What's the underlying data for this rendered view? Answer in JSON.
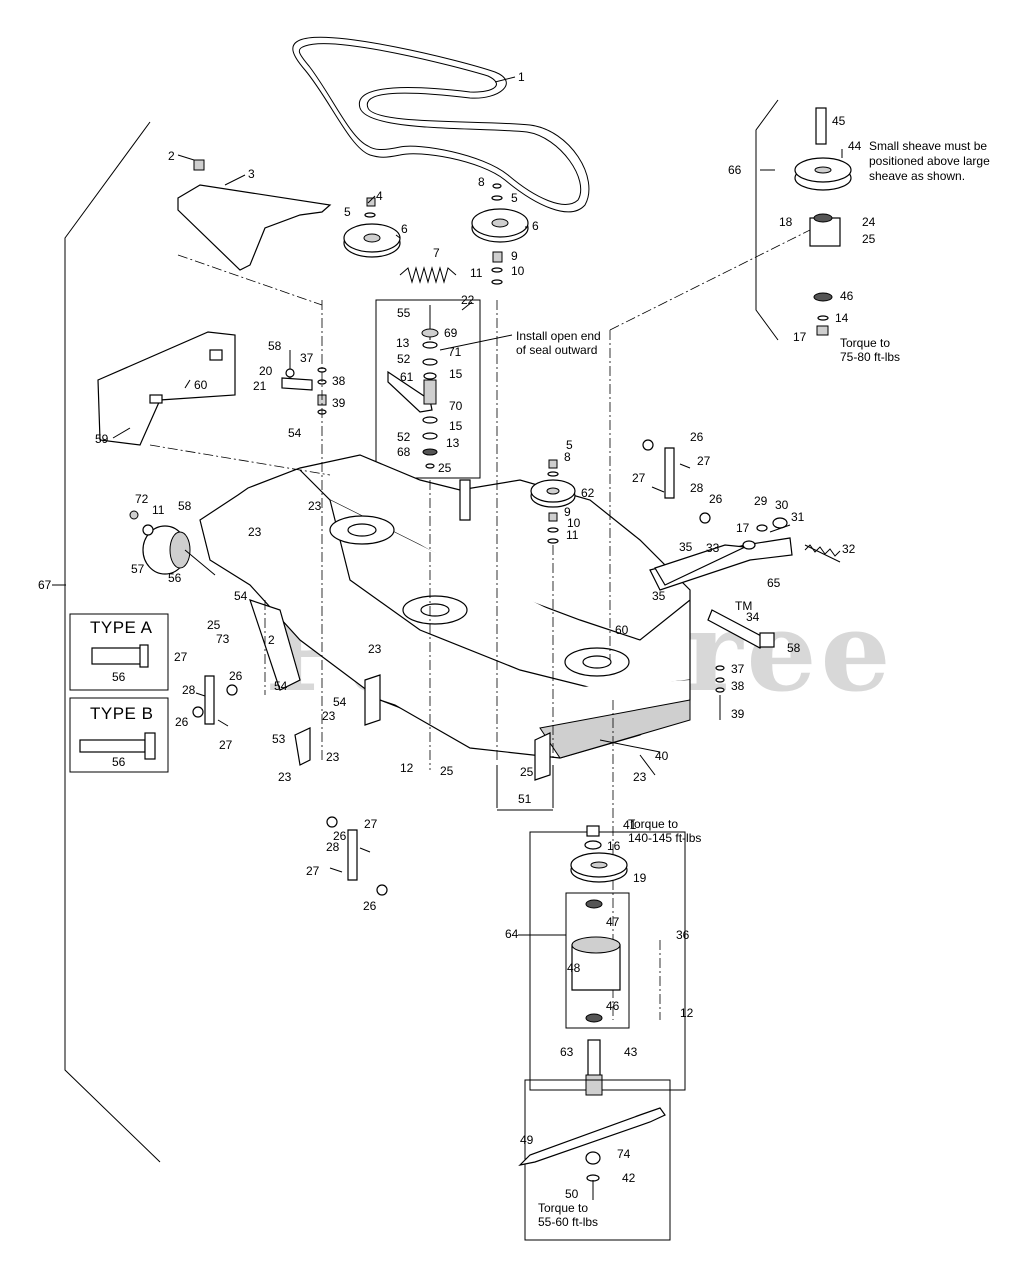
{
  "watermark": "PartsTree",
  "watermark_tm": "TM",
  "notes": {
    "small_sheave_1": "Small sheave must be",
    "small_sheave_2": "positioned above large",
    "small_sheave_3": "sheave as shown.",
    "seal_1": "Install open end",
    "seal_2": "of seal outward",
    "torque75_1": "Torque to",
    "torque75_2": "75-80 ft-lbs",
    "torque140_1": "Torque to",
    "torque140_2": "140-145 ft-lbs",
    "torque55_1": "Torque to",
    "torque55_2": "55-60 ft-lbs"
  },
  "type_boxes": {
    "type_a": "TYPE A",
    "type_b": "TYPE B",
    "part_a": "56",
    "part_b": "56"
  },
  "callouts": {
    "c1": "1",
    "c2a": "2",
    "c2b": "2",
    "c3": "3",
    "c4": "4",
    "c5a": "5",
    "c5b": "5",
    "c5c": "5",
    "c6a": "6",
    "c6b": "6",
    "c7": "7",
    "c8a": "8",
    "c8b": "8",
    "c9a": "9",
    "c9b": "9",
    "c10a": "10",
    "c10b": "10",
    "c11a": "11",
    "c11b": "11",
    "c11c": "11",
    "c12a": "12",
    "c12b": "12",
    "c13a": "13",
    "c13b": "13",
    "c14": "14",
    "c15a": "15",
    "c15b": "15",
    "c16": "16",
    "c17a": "17",
    "c17b": "17",
    "c18": "18",
    "c19": "19",
    "c20": "20",
    "c21": "21",
    "c22": "22",
    "c23a": "23",
    "c23b": "23",
    "c23c": "23",
    "c23d": "23",
    "c23e": "23",
    "c23f": "23",
    "c23g": "23",
    "c24": "24",
    "c25a": "25",
    "c25b": "25",
    "c25c": "25",
    "c25d": "25",
    "c25e": "25",
    "c26a": "26",
    "c26b": "26",
    "c26c": "26",
    "c26d": "26",
    "c26e": "26",
    "c26f": "26",
    "c27a": "27",
    "c27b": "27",
    "c27c": "27",
    "c27d": "27",
    "c27e": "27",
    "c27f": "27",
    "c28a": "28",
    "c28b": "28",
    "c28c": "28",
    "c29": "29",
    "c30": "30",
    "c31": "31",
    "c32": "32",
    "c33": "33",
    "c34": "34",
    "c35a": "35",
    "c35b": "35",
    "c36": "36",
    "c37a": "37",
    "c37b": "37",
    "c38a": "38",
    "c38b": "38",
    "c39a": "39",
    "c39b": "39",
    "c40": "40",
    "c41": "41",
    "c42": "42",
    "c43": "43",
    "c44": "44",
    "c45": "45",
    "c46a": "46",
    "c46b": "46",
    "c47": "47",
    "c48": "48",
    "c49": "49",
    "c50": "50",
    "c51": "51",
    "c52a": "52",
    "c52b": "52",
    "c53": "53",
    "c54a": "54",
    "c54b": "54",
    "c54c": "54",
    "c54d": "54",
    "c55": "55",
    "c56a": "56",
    "c57": "57",
    "c58a": "58",
    "c58b": "58",
    "c58c": "58",
    "c59": "59",
    "c60a": "60",
    "c60b": "60",
    "c61": "61",
    "c62": "62",
    "c63": "63",
    "c64": "64",
    "c65": "65",
    "c66": "66",
    "c67": "67",
    "c68": "68",
    "c69": "69",
    "c70": "70",
    "c71": "71",
    "c72": "72",
    "c73": "73",
    "c74": "74"
  }
}
